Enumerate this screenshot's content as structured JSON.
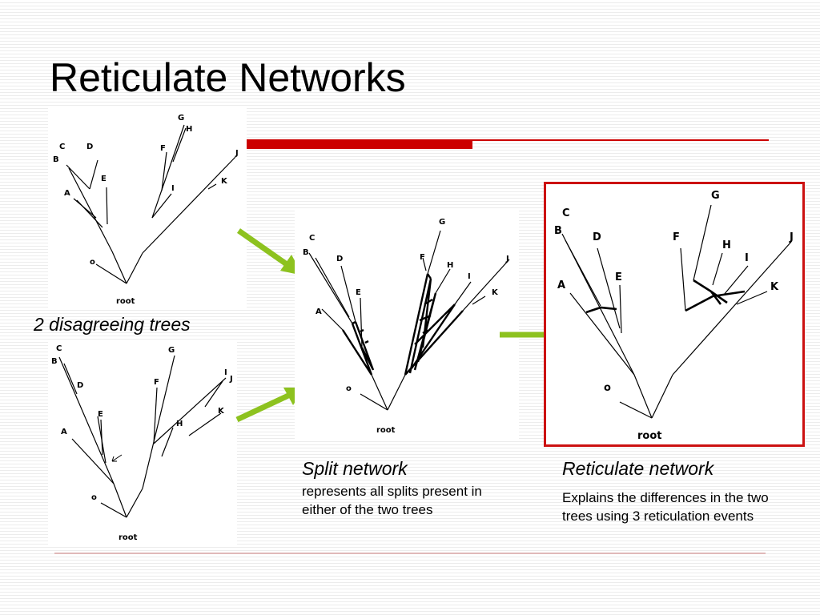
{
  "slide": {
    "title": "Reticulate Networks",
    "caption_trees": "2 disagreeing trees",
    "split": {
      "title": "Split network",
      "body": "represents all splits present in either of the two trees"
    },
    "reticulate": {
      "title": "Reticulate network",
      "body": "Explains the differences in the two trees using 3 reticulation events"
    }
  },
  "colors": {
    "accent_red": "#cc0000",
    "arrow_green": "#8dc21f",
    "frame_red": "#cc1111"
  },
  "tree1": {
    "labels": [
      "G",
      "H",
      "C",
      "D",
      "F",
      "J",
      "B",
      "E",
      "K",
      "I",
      "A",
      "o",
      "root"
    ]
  },
  "tree2": {
    "labels": [
      "C",
      "G",
      "B",
      "I",
      "J",
      "D",
      "F",
      "E",
      "K",
      "H",
      "A",
      "o",
      "root"
    ]
  },
  "split_network": {
    "labels": [
      "G",
      "C",
      "B",
      "D",
      "F",
      "H",
      "J",
      "I",
      "E",
      "K",
      "A",
      "o",
      "root"
    ]
  },
  "reticulate_network": {
    "labels": [
      "G",
      "C",
      "B",
      "D",
      "F",
      "J",
      "H",
      "I",
      "A",
      "E",
      "K",
      "o",
      "root"
    ]
  }
}
